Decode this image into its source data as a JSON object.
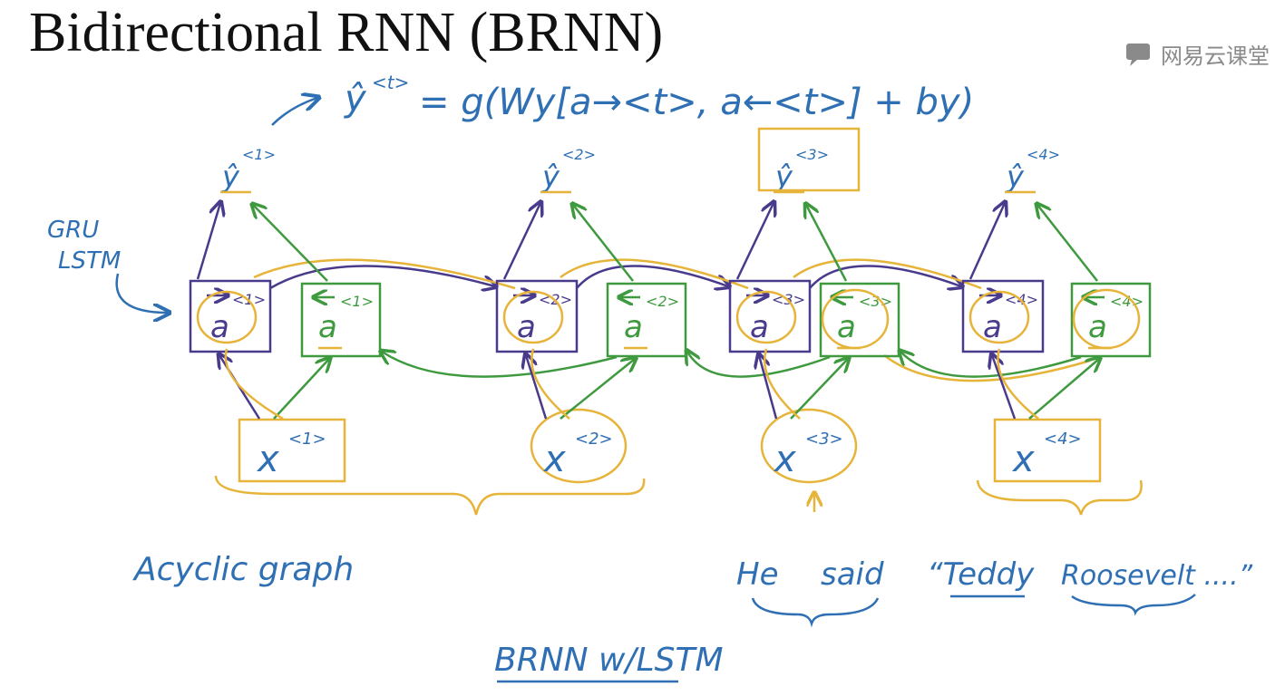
{
  "title": "Bidirectional RNN (BRNN)",
  "watermark": {
    "text": "网易云课堂",
    "icon": "chat-bubble-icon"
  },
  "colors": {
    "blue": "#2f6fb3",
    "purple": "#4a3a8c",
    "green": "#3f9a3f",
    "orange": "#e7b43a",
    "title": "#111111"
  },
  "formula": {
    "lhs": "ŷ",
    "lhs_sup": "<t>",
    "rhs": "= g(Wy[a→<t>, a←<t>] + by)"
  },
  "side_labels": [
    "GRU",
    "LSTM"
  ],
  "timesteps": [
    {
      "y": "ŷ",
      "y_sup": "<1>",
      "fwd": "a",
      "fwd_sup": "<1>",
      "bwd": "a",
      "bwd_sup": "<1>",
      "x": "x",
      "x_sup": "<1>"
    },
    {
      "y": "ŷ",
      "y_sup": "<2>",
      "fwd": "a",
      "fwd_sup": "<2>",
      "bwd": "a",
      "bwd_sup": "<2>",
      "x": "x",
      "x_sup": "<2>"
    },
    {
      "y": "ŷ",
      "y_sup": "<3>",
      "fwd": "a",
      "fwd_sup": "<3>",
      "bwd": "a",
      "bwd_sup": "<3>",
      "x": "x",
      "x_sup": "<3>"
    },
    {
      "y": "ŷ",
      "y_sup": "<4>",
      "fwd": "a",
      "fwd_sup": "<4>",
      "bwd": "a",
      "bwd_sup": "<4>",
      "x": "x",
      "x_sup": "<4>"
    }
  ],
  "notes": {
    "acyclic": "Acyclic graph",
    "sentence": [
      "He",
      "said",
      "“Teddy",
      "Roosevelt ....”"
    ],
    "footer": "BRNN  w/LSTM"
  }
}
